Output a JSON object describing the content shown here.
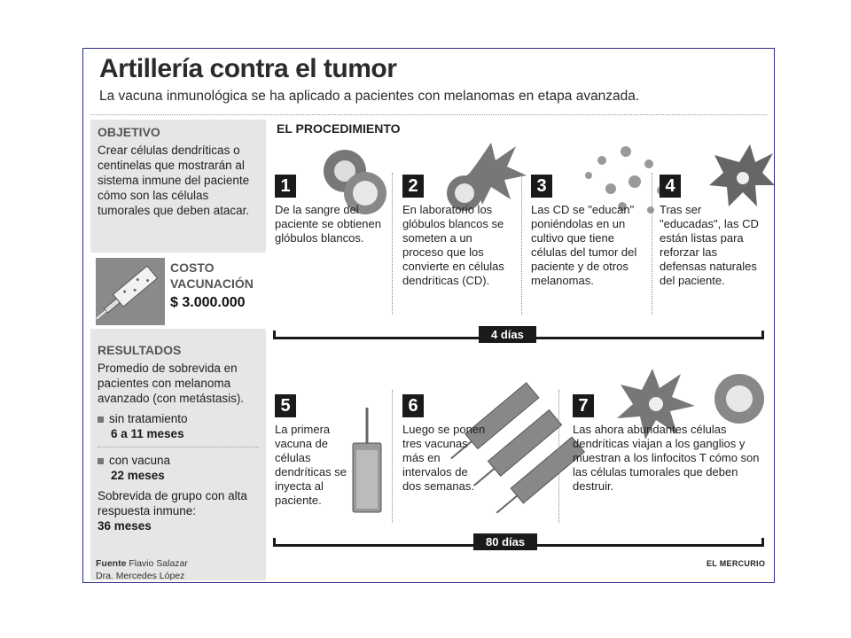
{
  "header": {
    "title": "Artillería contra el tumor",
    "subtitle": "La vacuna inmunológica se ha aplicado a pacientes con melanomas en etapa avanzada."
  },
  "objective": {
    "heading": "OBJETIVO",
    "text": "Crear células dendríticas o centinelas que mostrarán al sistema inmune del paciente cómo son las células tumorales que deben atacar."
  },
  "cost": {
    "label_line1": "COSTO",
    "label_line2": "VACUNACIÓN",
    "value": "$ 3.000.000"
  },
  "results": {
    "heading": "RESULTADOS",
    "intro": "Promedio de sobrevida en pacientes con melanoma avanzado (con metástasis).",
    "items": [
      {
        "label": "sin tratamiento",
        "value": "6 a 11 meses"
      },
      {
        "label": "con vacuna",
        "value": "22 meses"
      }
    ],
    "group_text": "Sobrevida de grupo con alta respuesta inmune:",
    "group_value": "36 meses"
  },
  "procedure": {
    "title": "EL PROCEDIMIENTO",
    "steps": [
      {
        "number": "1",
        "text": "De la sangre del paciente se obtienen glóbulos blancos."
      },
      {
        "number": "2",
        "text": "En laboratorio los glóbulos blancos se someten a un proceso que los convierte en células dendríticas (CD)."
      },
      {
        "number": "3",
        "text": "Las CD se \"educan\" poniéndolas en un cultivo que tiene células del tumor del paciente y de otros melanomas."
      },
      {
        "number": "4",
        "text": "Tras ser \"educadas\", las CD están listas para reforzar las defensas naturales del paciente."
      },
      {
        "number": "5",
        "text": "La primera vacuna de células dendríticas se inyecta al paciente."
      },
      {
        "number": "6",
        "text": "Luego se ponen tres vacunas más en intervalos de dos semanas."
      },
      {
        "number": "7",
        "text": "Las ahora abundantes células dendríticas viajan a los ganglios y muestran a los linfocitos T cómo son las células tumorales que deben destruir."
      }
    ],
    "duration_1": "4 días",
    "duration_2": "80 días"
  },
  "footer": {
    "source_label": "Fuente",
    "source_line1": "Flavio Salazar",
    "source_line2": "Dra. Mercedes López",
    "brand": "EL MERCURIO"
  }
}
